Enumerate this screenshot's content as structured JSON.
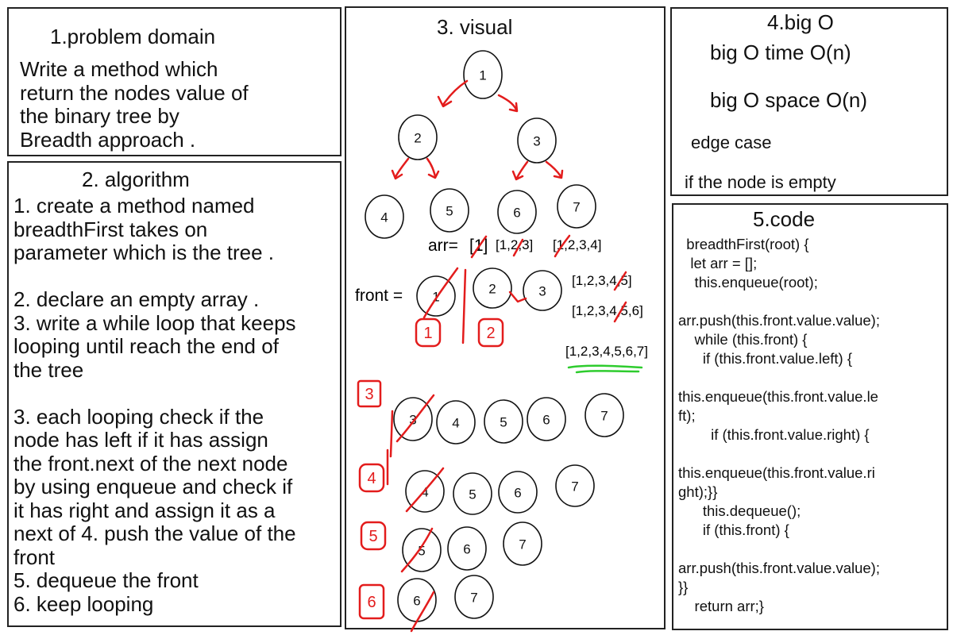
{
  "problem": {
    "title": "1.problem domain",
    "text": "Write a method which\nreturn the nodes value of\nthe binary tree by\nBreadth approach ."
  },
  "algorithm": {
    "title": "2. algorithm",
    "text": "1. create a method named\nbreadthFirst takes on\nparameter which is the tree .\n\n2. declare an empty array .\n3. write a while loop that keeps\nlooping until reach the end of\nthe tree\n\n3. each looping check if the\nnode has left if it has assign\nthe front.next of the next node\nby using enqueue and check if\nit has right and assign it as a\nnext of 4. push the value of the\nfront\n5. dequeue the front\n6. keep looping"
  },
  "visual": {
    "title": "3. visual",
    "tree": [
      "1",
      "2",
      "3",
      "4",
      "5",
      "6",
      "7"
    ],
    "arr_label": "arr=",
    "arr_states": [
      "[1]",
      "[1,2,3]",
      "[1,2,3,4]",
      "[1,2,3,4,5]",
      "[1,2,3,4,5,6]",
      "[1,2,3,4,5,6,7]"
    ],
    "front_label": "front =",
    "queue_rows": [
      [
        "1",
        "2",
        "3"
      ],
      [
        "3",
        "4",
        "5",
        "6",
        "7"
      ],
      [
        "4",
        "5",
        "6",
        "7"
      ],
      [
        "5",
        "6",
        "7"
      ],
      [
        "6",
        "7"
      ]
    ],
    "step_marks": [
      "1",
      "2",
      "3",
      "4",
      "5",
      "6"
    ],
    "colors": {
      "annotation": "#e31c1c",
      "highlight": "#2ecc2e"
    }
  },
  "bigo": {
    "title": "4.big O",
    "time": "big O time O(n)",
    "space": "big O space O(n)",
    "edge_title": "edge case",
    "edge_text": "if the node is empty"
  },
  "code": {
    "title": "5.code",
    "text": "  breadthFirst(root) {\n   let arr = [];\n    this.enqueue(root);\n\narr.push(this.front.value.value);\n    while (this.front) {\n      if (this.front.value.left) {\n\nthis.enqueue(this.front.value.le\nft);\n        if (this.front.value.right) {\n\nthis.enqueue(this.front.value.ri\nght);}}\n      this.dequeue();\n      if (this.front) {\n\narr.push(this.front.value.value);\n}}\n    return arr;}"
  }
}
